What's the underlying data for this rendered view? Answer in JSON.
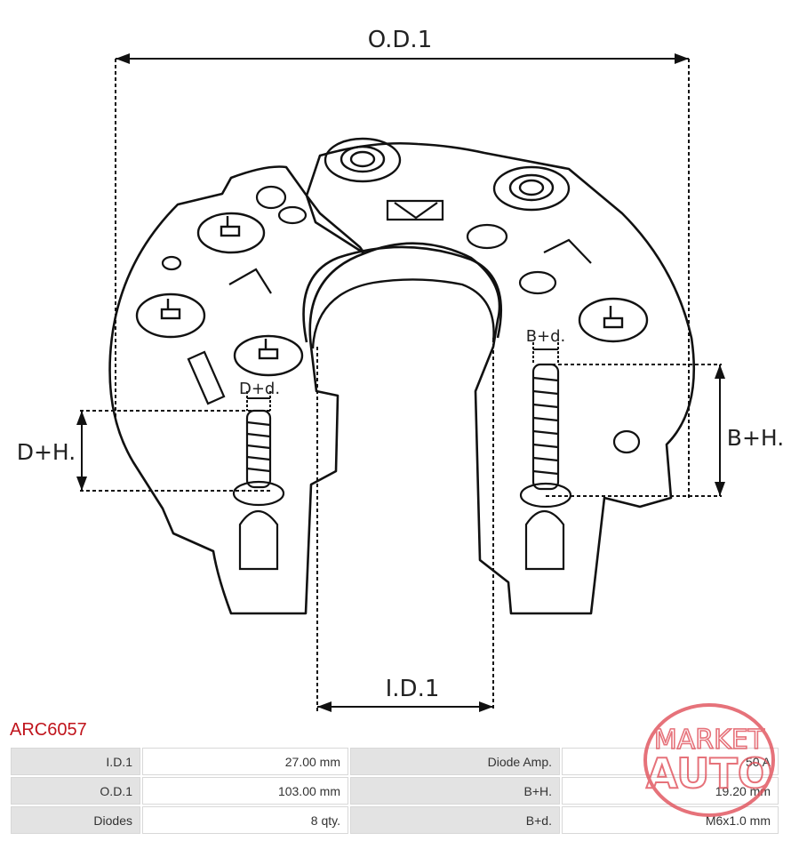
{
  "diagram": {
    "od_label": "O.D.1",
    "id_label": "I.D.1",
    "dh_label": "D+H.",
    "dd_label": "D+d.",
    "bh_label": "B+H.",
    "bd_label": "B+d."
  },
  "part_code": "ARC6057",
  "specs": [
    {
      "label": "I.D.1",
      "value": "27.00 mm",
      "label2": "Diode Amp.",
      "value2": "50 A"
    },
    {
      "label": "O.D.1",
      "value": "103.00 mm",
      "label2": "B+H.",
      "value2": "19.20 mm"
    },
    {
      "label": "Diodes",
      "value": "8 qty.",
      "label2": "B+d.",
      "value2": "M6x1.0 mm"
    }
  ],
  "watermark": {
    "line1": "MARKET",
    "line2": "AUTO",
    "color": "#e0505a"
  }
}
